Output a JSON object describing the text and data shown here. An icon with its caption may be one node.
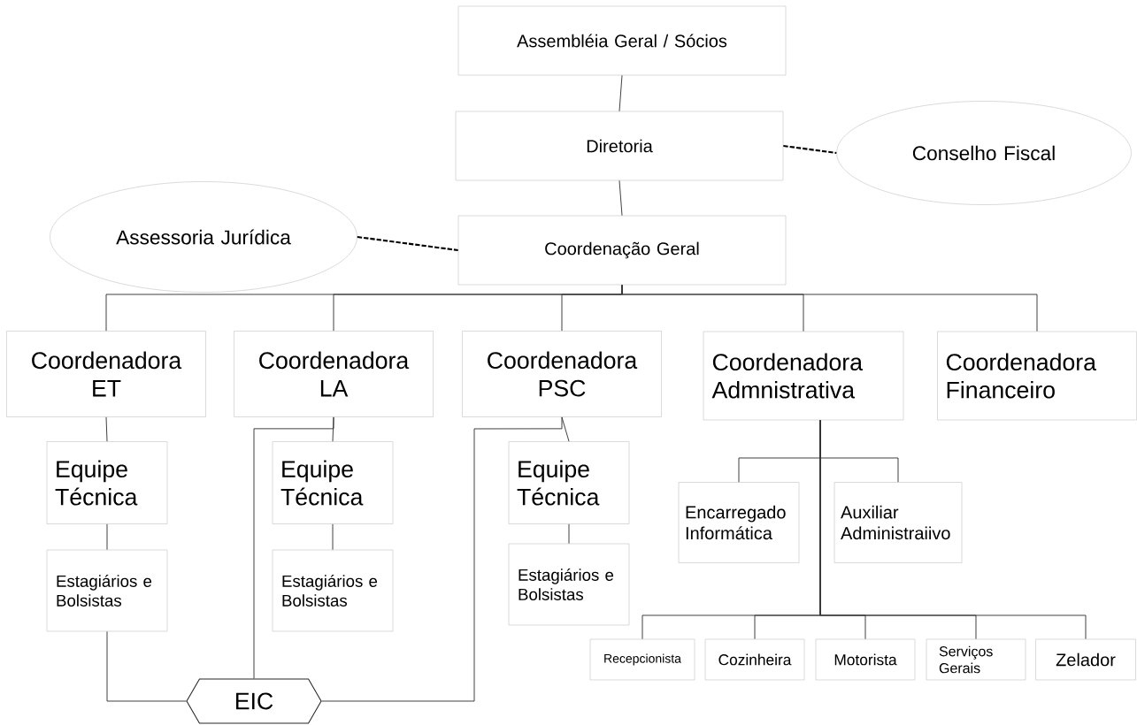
{
  "diagram": {
    "nodes": [
      {
        "text": [
          "Assembléia Geral / Sócios"
        ]
      },
      {
        "text": [
          "Diretoria"
        ]
      },
      {
        "text": [
          "Conselho Fiscal"
        ]
      },
      {
        "text": [
          "Assessoria Jurídica"
        ]
      },
      {
        "text": [
          "Coordenação Geral"
        ]
      },
      {
        "text": [
          "Coordenadora ET"
        ]
      },
      {
        "text": [
          "Coordenadora LA"
        ]
      },
      {
        "text": [
          "Coordenadora PSC"
        ]
      },
      {
        "text": [
          "Coordenadora Admnistrativa"
        ]
      },
      {
        "text": [
          "Coordenadora Financeiro"
        ]
      },
      {
        "text": [
          "Equipe Técnica"
        ]
      },
      {
        "text": [
          "Estagiários e Bolsistas"
        ]
      },
      {
        "text": [
          "Equipe Técnica"
        ]
      },
      {
        "text": [
          "Estagiários e Bolsistas"
        ]
      },
      {
        "text": [
          "Equipe Técnica"
        ]
      },
      {
        "text": [
          "Estagiários e Bolsistas"
        ]
      },
      {
        "text": [
          "EIC"
        ]
      },
      {
        "text": [
          "Encarregado Informática"
        ]
      },
      {
        "text": [
          "Auxiliar Administraiivo"
        ]
      },
      {
        "text": [
          "Recepcionista"
        ]
      },
      {
        "text": [
          "Cozinheira"
        ]
      },
      {
        "text": [
          "Motorista"
        ]
      },
      {
        "text": [
          "Serviços Gerais"
        ]
      },
      {
        "text": [
          "Zelador"
        ]
      }
    ],
    "edges": [
      {
        "from": 0,
        "to": 1,
        "arrow": "none"
      },
      {
        "from": 1,
        "to": 4,
        "arrow": "none"
      },
      {
        "from": 1,
        "to": 2,
        "arrow": "none",
        "style": "dashed"
      },
      {
        "from": 3,
        "to": 4,
        "arrow": "none",
        "style": "dashed"
      },
      {
        "from": 4,
        "to": 5,
        "arrow": "none"
      },
      {
        "from": 4,
        "to": 6,
        "arrow": "none"
      },
      {
        "from": 4,
        "to": 7,
        "arrow": "none"
      },
      {
        "from": 4,
        "to": 8,
        "arrow": "none"
      },
      {
        "from": 4,
        "to": 9,
        "arrow": "none"
      },
      {
        "from": 5,
        "to": 10,
        "arrow": "none"
      },
      {
        "from": 10,
        "to": 11,
        "arrow": "none"
      },
      {
        "from": 6,
        "to": 12,
        "arrow": "none"
      },
      {
        "from": 12,
        "to": 13,
        "arrow": "none"
      },
      {
        "from": 7,
        "to": 14,
        "arrow": "none"
      },
      {
        "from": 14,
        "to": 15,
        "arrow": "none"
      },
      {
        "from": 11,
        "to": 16,
        "arrow": "none"
      },
      {
        "from": 6,
        "to": 16,
        "arrow": "none"
      },
      {
        "from": 7,
        "to": 16,
        "arrow": "none"
      },
      {
        "from": 8,
        "to": 17,
        "arrow": "none"
      },
      {
        "from": 8,
        "to": 18,
        "arrow": "none"
      },
      {
        "from": 8,
        "to": 19,
        "arrow": "none"
      },
      {
        "from": 8,
        "to": 20,
        "arrow": "none"
      },
      {
        "from": 8,
        "to": 21,
        "arrow": "none"
      },
      {
        "from": 8,
        "to": 22,
        "arrow": "none"
      },
      {
        "from": 8,
        "to": 23,
        "arrow": "none"
      }
    ]
  }
}
